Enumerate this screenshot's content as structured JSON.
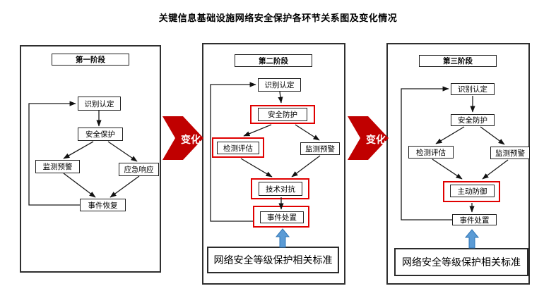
{
  "title": "关键信息基础设施网络安全保护各环节关系图及变化情况",
  "colors": {
    "highlight_red": "#e00000",
    "change_arrow_red": "#c00000",
    "standard_arrow_blue": "#5b9bd5",
    "standard_arrow_blue_border": "#2e75b6",
    "line_black": "#1a1a1a"
  },
  "transitions": [
    {
      "label": "变化"
    },
    {
      "label": "变化"
    }
  ],
  "panels": [
    {
      "header": "第一阶段",
      "nodes": {
        "identify": "识别认定",
        "protect": "安全保护",
        "monitor": "监测预警",
        "respond": "应急响应",
        "recover": "事件恢复"
      }
    },
    {
      "header": "第二阶段",
      "nodes": {
        "identify": "识别认定",
        "protect": "安全防护",
        "assess": "检测评估",
        "monitor": "监测预警",
        "counter": "技术对抗",
        "handle": "事件处置"
      },
      "highlighted": [
        "protect",
        "assess",
        "counter",
        "handle"
      ],
      "standard": "网络安全等级保护相关标准"
    },
    {
      "header": "第三阶段",
      "nodes": {
        "identify": "识别认定",
        "protect": "安全防护",
        "assess": "检测评估",
        "monitor": "监测预警",
        "defend": "主动防御",
        "handle": "事件处置"
      },
      "highlighted": [
        "defend"
      ],
      "standard": "网络安全等级保护相关标准"
    }
  ]
}
